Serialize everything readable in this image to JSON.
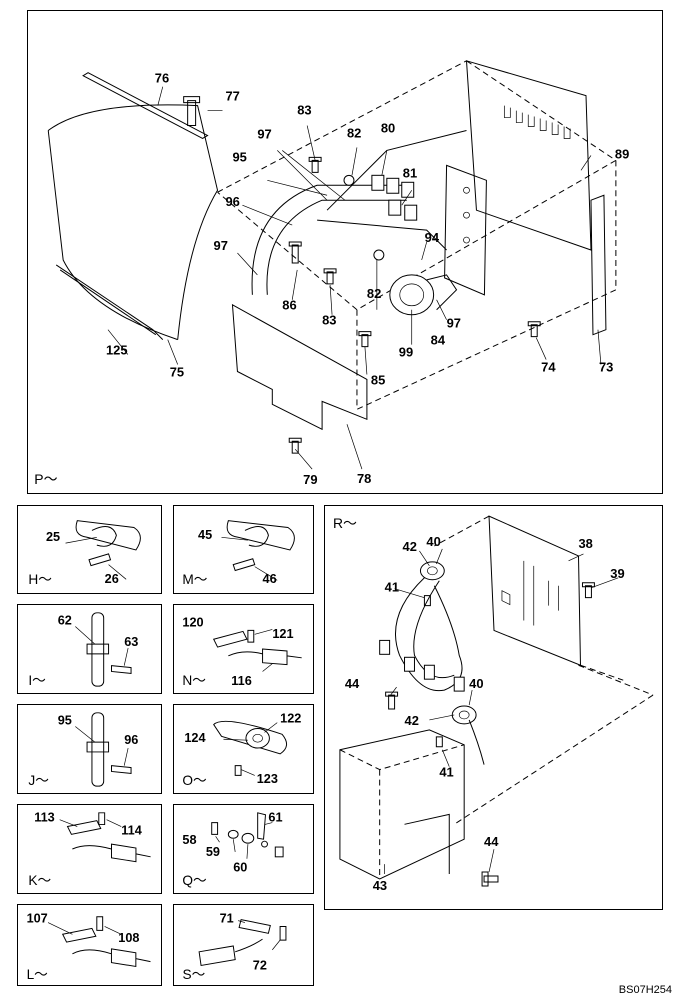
{
  "drawing_code": "BS07H254",
  "main_panel": {
    "section": "P～",
    "labels": [
      "76",
      "77",
      "83",
      "97",
      "82",
      "80",
      "95",
      "81",
      "89",
      "96",
      "94",
      "97",
      "86",
      "83",
      "82",
      "97",
      "125",
      "75",
      "99",
      "84",
      "74",
      "85",
      "73",
      "79",
      "78"
    ]
  },
  "sub_panels": [
    {
      "id": "H",
      "section": "H～",
      "labels": [
        "25",
        "26"
      ]
    },
    {
      "id": "M",
      "section": "M～",
      "labels": [
        "45",
        "46"
      ]
    },
    {
      "id": "I",
      "section": "I～",
      "labels": [
        "62",
        "63"
      ]
    },
    {
      "id": "N",
      "section": "N～",
      "labels": [
        "120",
        "121",
        "116"
      ]
    },
    {
      "id": "J",
      "section": "J～",
      "labels": [
        "95",
        "96"
      ]
    },
    {
      "id": "O",
      "section": "O～",
      "labels": [
        "122",
        "124",
        "123"
      ]
    },
    {
      "id": "K",
      "section": "K～",
      "labels": [
        "113",
        "114"
      ]
    },
    {
      "id": "Q",
      "section": "Q～",
      "labels": [
        "61",
        "58",
        "59",
        "60"
      ]
    },
    {
      "id": "L",
      "section": "L～",
      "labels": [
        "107",
        "108"
      ]
    },
    {
      "id": "S",
      "section": "S～",
      "labels": [
        "71",
        "72"
      ]
    }
  ],
  "r_panel": {
    "section": "R～",
    "labels": [
      "42",
      "40",
      "38",
      "39",
      "41",
      "44",
      "40",
      "42",
      "41",
      "44",
      "43"
    ]
  }
}
